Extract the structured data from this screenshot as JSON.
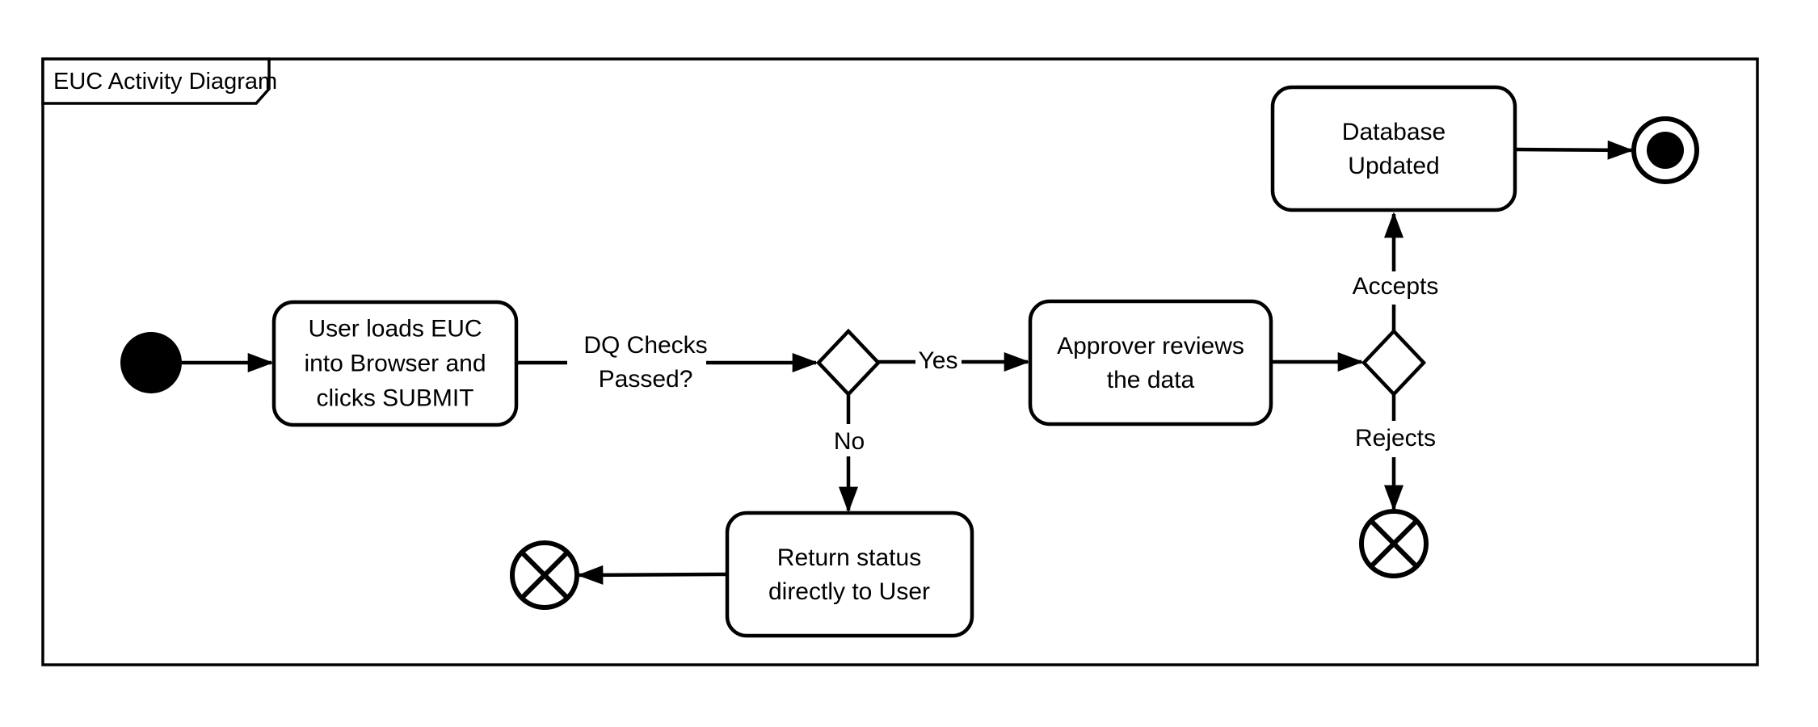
{
  "diagram": {
    "title": "EUC Activity Diagram",
    "background_color": "#ffffff",
    "stroke_color": "#000000",
    "nodes": {
      "initial": {
        "type": "initial-node"
      },
      "user_loads_euc": {
        "type": "action",
        "lines": [
          "User loads EUC",
          "into Browser and",
          "clicks SUBMIT"
        ]
      },
      "dq_checks_decision": {
        "type": "decision"
      },
      "approver_reviews": {
        "type": "action",
        "lines": [
          "Approver reviews",
          "the data"
        ]
      },
      "approval_decision": {
        "type": "decision"
      },
      "database_updated": {
        "type": "action",
        "lines": [
          "Database",
          "Updated"
        ]
      },
      "return_status": {
        "type": "action",
        "lines": [
          "Return status",
          "directly to User"
        ]
      },
      "activity_final": {
        "type": "activity-final-node"
      },
      "flow_final_reject": {
        "type": "flow-final-node"
      },
      "flow_final_return": {
        "type": "flow-final-node"
      }
    },
    "edge_labels": {
      "dq_checks": [
        "DQ Checks",
        "Passed?"
      ],
      "yes": "Yes",
      "no": "No",
      "accepts": "Accepts",
      "rejects": "Rejects"
    }
  }
}
